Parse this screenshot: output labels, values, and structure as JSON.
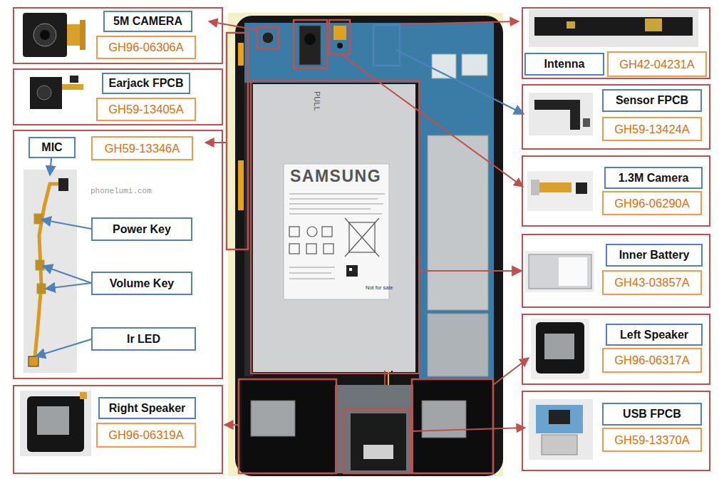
{
  "diagram": {
    "nodes": [
      {
        "text": []
      },
      {
        "text": [
          "5M CAMERA"
        ],
        "in": 0
      },
      {
        "text": [
          "GH96-06306A"
        ],
        "in": 0
      },
      {
        "text": []
      },
      {
        "text": [
          "Earjack FPCB"
        ],
        "in": 3
      },
      {
        "text": [
          "GH59-13405A"
        ],
        "in": 3
      },
      {
        "text": []
      },
      {
        "text": [
          "MIC"
        ],
        "in": 6
      },
      {
        "text": [
          "GH59-13346A"
        ],
        "in": 6
      },
      {
        "text": [
          "Power Key"
        ],
        "in": 6
      },
      {
        "text": [
          "Volume Key"
        ],
        "in": 6
      },
      {
        "text": [
          "Ir LED"
        ],
        "in": 6
      },
      {
        "text": []
      },
      {
        "text": [
          "Right Speaker"
        ],
        "in": 12
      },
      {
        "text": [
          "GH96-06319A"
        ],
        "in": 12
      },
      {
        "text": [
          "PULL",
          "SAMSUNG",
          "Not for sale"
        ]
      },
      {
        "text": []
      },
      {
        "text": [
          "Intenna"
        ],
        "in": 16
      },
      {
        "text": [
          "GH42-04231A"
        ],
        "in": 16
      },
      {
        "text": []
      },
      {
        "text": [
          "Sensor FPCB"
        ],
        "in": 19
      },
      {
        "text": [
          "GH59-13424A"
        ],
        "in": 19
      },
      {
        "text": []
      },
      {
        "text": [
          "1.3M Camera"
        ],
        "in": 22
      },
      {
        "text": [
          "GH96-06290A"
        ],
        "in": 22
      },
      {
        "text": []
      },
      {
        "text": [
          "Inner Battery"
        ],
        "in": 25
      },
      {
        "text": [
          "GH43-03857A"
        ],
        "in": 25
      },
      {
        "text": []
      },
      {
        "text": [
          "Left Speaker"
        ],
        "in": 28
      },
      {
        "text": [
          "GH96-06317A"
        ],
        "in": 28
      },
      {
        "text": []
      },
      {
        "text": [
          "USB FPCB"
        ],
        "in": 31
      },
      {
        "text": [
          "GH59-13370A"
        ],
        "in": 31
      }
    ],
    "edges": [
      {
        "from": 15,
        "to": 25,
        "arrow": "to"
      }
    ],
    "labels": [
      "phonelumi.com"
    ]
  }
}
